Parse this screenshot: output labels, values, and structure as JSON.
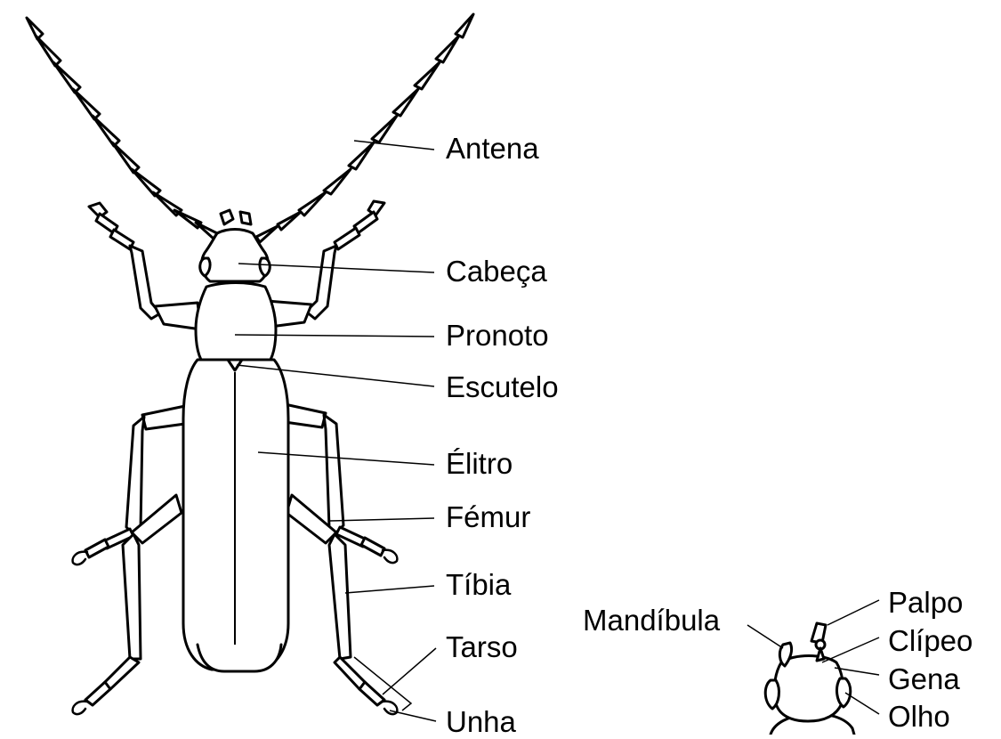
{
  "labels": {
    "antena": "Antena",
    "cabeca": "Cabeça",
    "pronoto": "Pronoto",
    "escutelo": "Escutelo",
    "elitro": "Élitro",
    "femur": "Fémur",
    "tibia": "Tíbia",
    "tarso": "Tarso",
    "unha": "Unha",
    "mandibula": "Mandíbula",
    "palpo": "Palpo",
    "clipeo": "Clípeo",
    "gena": "Gena",
    "olho": "Olho"
  }
}
